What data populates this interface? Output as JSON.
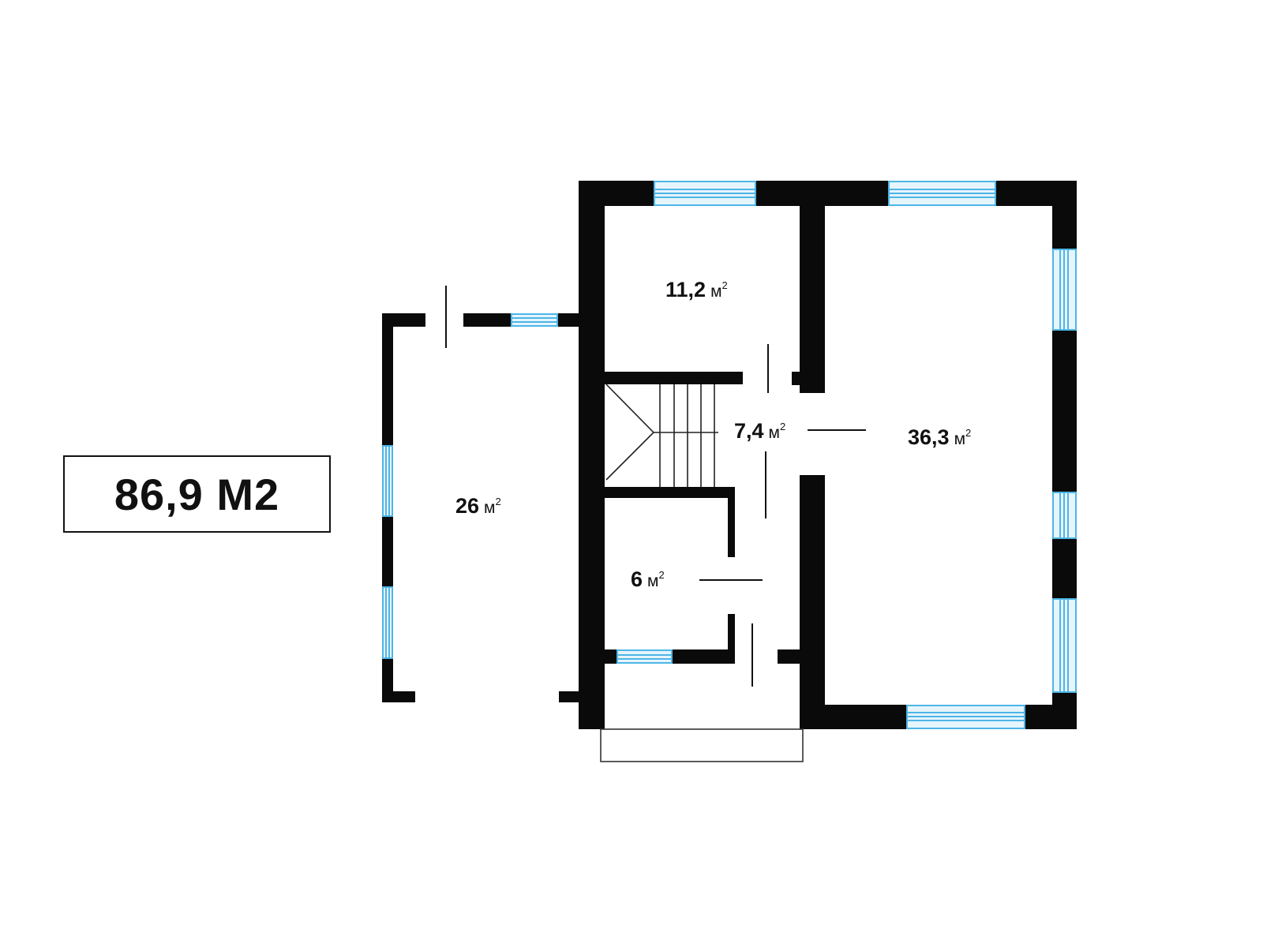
{
  "total_area": "86,9 М2",
  "area_unit": "м",
  "area_superscript": "2",
  "rooms": [
    {
      "id": "bedroom-top",
      "area": "11,2"
    },
    {
      "id": "hall",
      "area": "7,4"
    },
    {
      "id": "living",
      "area": "36,3"
    },
    {
      "id": "terrace",
      "area": "26"
    },
    {
      "id": "bath",
      "area": "6"
    }
  ],
  "colors": {
    "wall": "#0a0a0a",
    "window_fill": "#e6f4fc",
    "window_line": "#4db6e6",
    "background": "#ffffff"
  }
}
